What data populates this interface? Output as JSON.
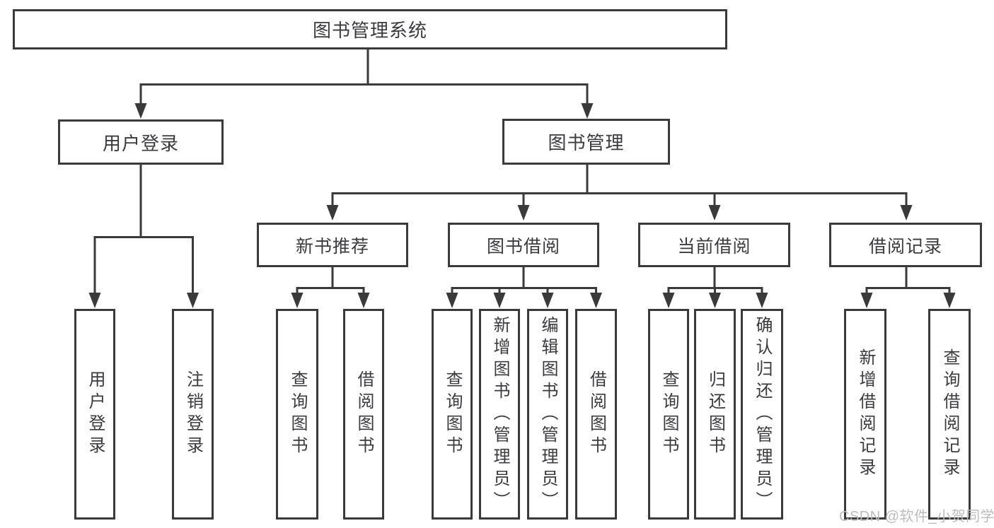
{
  "diagram": {
    "type": "functional-structure-tree",
    "tree": {
      "label": "图书管理系统",
      "children": [
        {
          "label": "用户登录",
          "children": [
            {
              "label": "用户登录"
            },
            {
              "label": "注销登录"
            }
          ]
        },
        {
          "label": "图书管理",
          "children": [
            {
              "label": "新书推荐",
              "children": [
                {
                  "label": "查询图书"
                },
                {
                  "label": "借阅图书"
                }
              ]
            },
            {
              "label": "图书借阅",
              "children": [
                {
                  "label": "查询图书"
                },
                {
                  "label": "新增图书（管理员）"
                },
                {
                  "label": "编辑图书（管理员）"
                },
                {
                  "label": "借阅图书"
                }
              ]
            },
            {
              "label": "当前借阅",
              "children": [
                {
                  "label": "查询图书"
                },
                {
                  "label": "归还图书"
                },
                {
                  "label": "确认归还（管理员）"
                }
              ]
            },
            {
              "label": "借阅记录",
              "children": [
                {
                  "label": "新增借阅记录"
                },
                {
                  "label": "查询借阅记录"
                }
              ]
            }
          ]
        }
      ]
    },
    "colors": {
      "line": "#3a3a3a",
      "text": "#3b3b3f",
      "background": "#ffffff",
      "watermark_text": "#bcbcbc"
    }
  },
  "watermark": {
    "text": "CSDN @软件_小贺同学"
  }
}
